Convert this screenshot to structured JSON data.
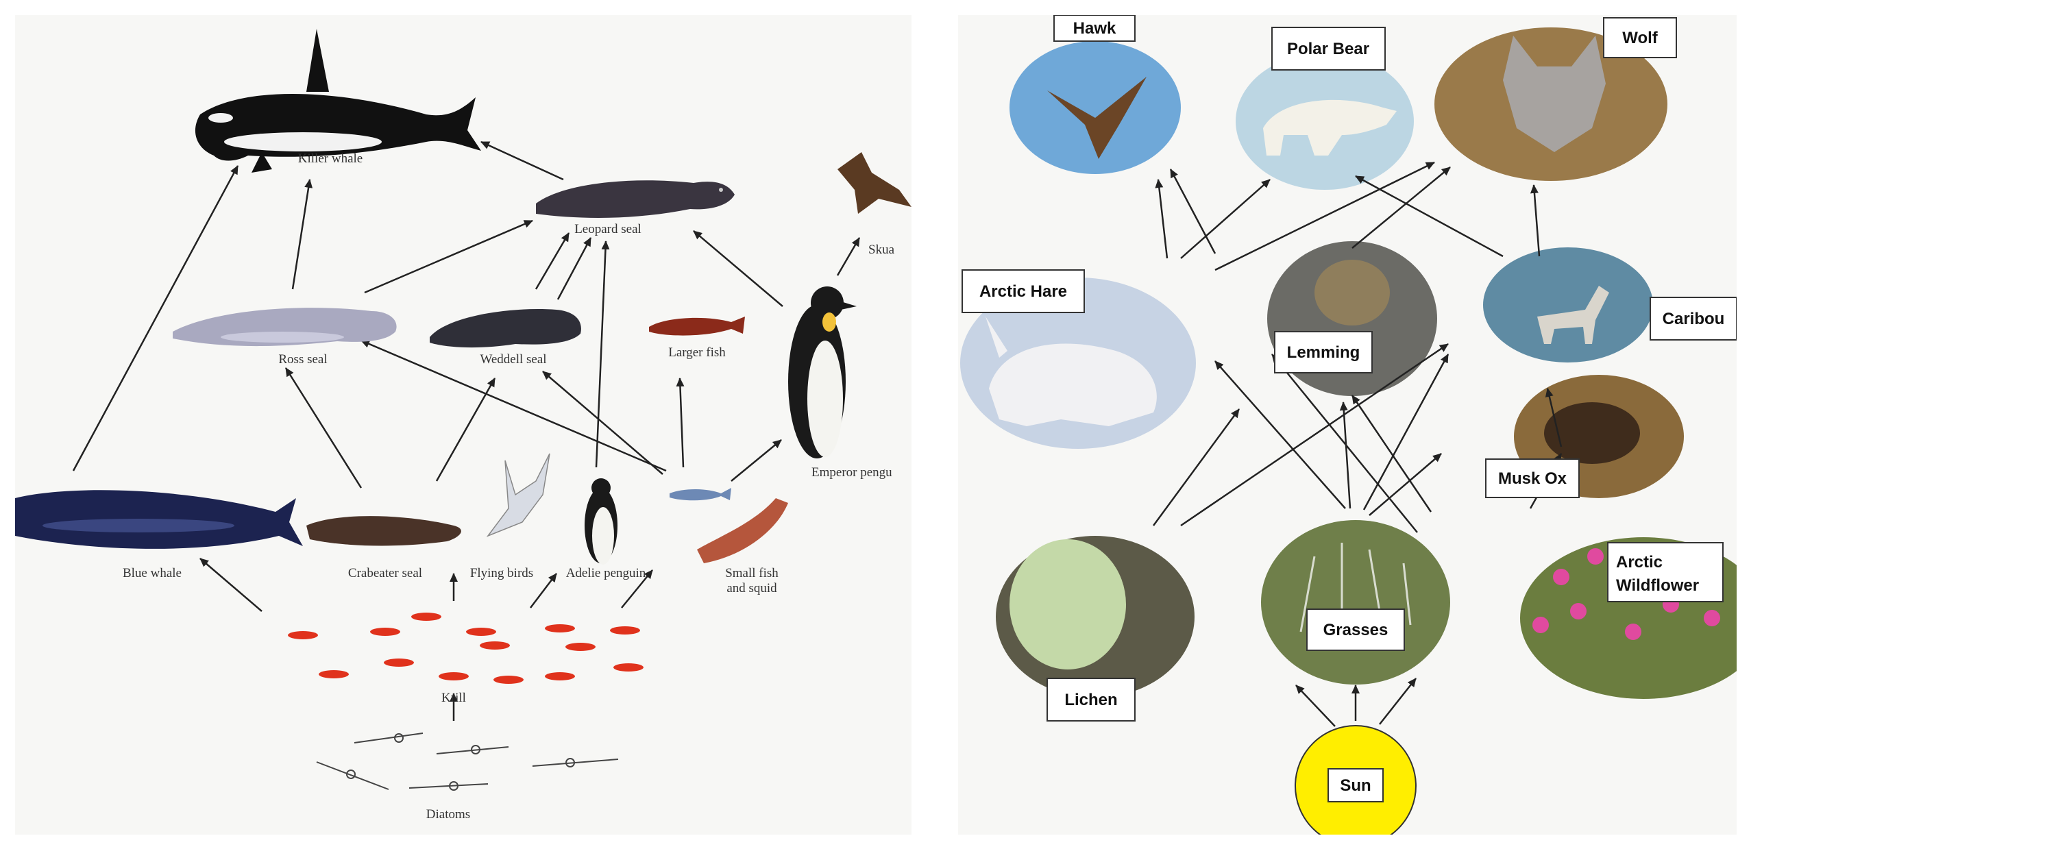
{
  "left_web": {
    "labels": {
      "killer_whale": "Killer whale",
      "leopard_seal": "Leopard seal",
      "skua": "Skua",
      "ross_seal": "Ross seal",
      "weddell_seal": "Weddell seal",
      "larger_fish": "Larger fish",
      "emperor_penguin": "Emperor pengu",
      "blue_whale": "Blue whale",
      "crabeater_seal": "Crabeater seal",
      "flying_birds": "Flying birds",
      "adelie_penguin": "Adelie penguin",
      "small_fish_line1": "Small fish",
      "small_fish_line2": "and squid",
      "krill": "Krill",
      "diatoms": "Diatoms"
    }
  },
  "right_web": {
    "labels": {
      "hawk": "Hawk",
      "polar_bear": "Polar Bear",
      "wolf": "Wolf",
      "arctic_hare": "Arctic Hare",
      "lemming": "Lemming",
      "caribou": "Caribou",
      "musk_ox": "Musk Ox",
      "arctic_wildflower_line1": "Arctic",
      "arctic_wildflower_line2": "Wildflower",
      "grasses": "Grasses",
      "lichen": "Lichen",
      "sun": "Sun"
    },
    "colors": {
      "sun": "#ffee00"
    }
  }
}
